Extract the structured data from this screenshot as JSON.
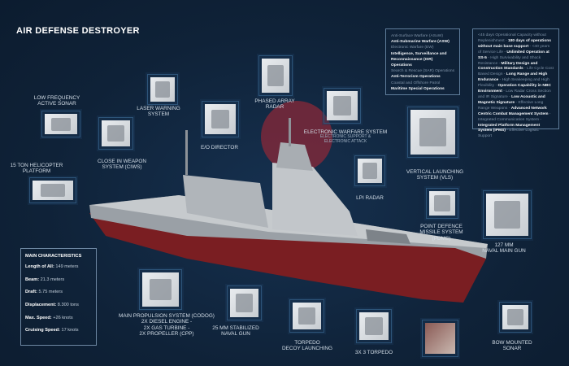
{
  "title": "AIR DEFENSE DESTROYER",
  "colors": {
    "background": "#0f2238",
    "hull_red": "#7a1e22",
    "ship_gray": "#b9bec3",
    "watermark": "#8a2838"
  },
  "components": [
    {
      "lines": [
        "LOW FREQUENCY",
        "ACTIVE SONAR"
      ]
    },
    {
      "lines": [
        "LASER WARNING",
        "SYSTEM"
      ]
    },
    {
      "lines": [
        "PHASED ARRAY",
        "RADAR"
      ]
    },
    {
      "lines": [
        "E/O DIRECTOR"
      ]
    },
    {
      "lines": [
        "ELECTRONIC WARFARE SYSTEM"
      ],
      "sub": [
        "ELECTRONIC SUPPORT &",
        "ELECTRONIC ATTACK"
      ]
    },
    {
      "lines": [
        "CLOSE IN WEAPON",
        "SYSTEM (CIWS)"
      ]
    },
    {
      "lines": [
        "15 TON HELICOPTER",
        "PLATFORM"
      ]
    },
    {
      "lines": [
        "LPI RADAR"
      ]
    },
    {
      "lines": [
        "VERTICAL LAUNCHING",
        "SYSTEM (VLS)"
      ]
    },
    {
      "lines": [
        "POINT DEFENCE",
        "MISSILE SYSTEM",
        "(PDMS)"
      ]
    },
    {
      "lines": [
        "127 MM",
        "NAVAL MAIN GUN"
      ]
    },
    {
      "lines": [
        "MAIN PROPULSION SYSTEM (CODOG)",
        "2X DIESEL ENGINE -",
        "2X GAS TURBINE -",
        "2X PROPELLER (CPP)"
      ]
    },
    {
      "lines": [
        "25 MM STABILIZED",
        "NAVAL GUN"
      ]
    },
    {
      "lines": [
        "TORPEDO",
        "DECOY LAUNCHING"
      ]
    },
    {
      "lines": [
        "3X 3 TORPEDO"
      ]
    },
    {
      "lines": [
        "BOW MOUNTED",
        "SONAR"
      ]
    }
  ],
  "missions": [
    {
      "t": "Anti-Surface Warfare (ASuW)",
      "b": false
    },
    {
      "t": "Anti-Submarine Warfare (ASW)",
      "b": true
    },
    {
      "t": "Electronic Warfare (EW)",
      "b": false
    },
    {
      "t": "Intelligence, Surveillance and Reconnaissance (ISR) Operations",
      "b": true
    },
    {
      "t": "Search & Rescue (SAR) Operations",
      "b": false
    },
    {
      "t": "Anti-Terrorism Operations",
      "b": true
    },
    {
      "t": "Coastal and Offshore Patrol",
      "b": false
    },
    {
      "t": "Maritime Special Operations",
      "b": true
    }
  ],
  "features": [
    {
      "t": "<45 days Operational Capacity without Replenishment - ",
      "b": false
    },
    {
      "t": "180 days of operations without main base support",
      "b": true
    },
    {
      "t": " - <40 years of Service Life - ",
      "b": false
    },
    {
      "t": "Unlimited Operation at SS-5",
      "b": true
    },
    {
      "t": " - High Survivability and Shock Resistance - ",
      "b": false
    },
    {
      "t": "Military Design and Construction Standards",
      "b": true
    },
    {
      "t": " - Life Cycle Cost Based Design - ",
      "b": false
    },
    {
      "t": "Long Range and High Endurance",
      "b": true
    },
    {
      "t": " - High Seakeeping and High Flexibility - ",
      "b": false
    },
    {
      "t": "Operation Capability in NBC Environment",
      "b": true
    },
    {
      "t": " - Low Radar Cross Section and IR Signature - ",
      "b": false
    },
    {
      "t": "Low Acoustic and Magnetic Signature",
      "b": true
    },
    {
      "t": " - Effective Long Range Weapons - ",
      "b": false
    },
    {
      "t": "Advanced Network Centric Combat Management System",
      "b": true
    },
    {
      "t": " - Integrated Communication System - ",
      "b": false
    },
    {
      "t": "Integrated Platform Management System (IPMS)",
      "b": true
    },
    {
      "t": " - Effective Logistic Support",
      "b": false
    }
  ],
  "main_characteristics": {
    "heading": "MAIN CHARACTERISTICS",
    "rows": [
      {
        "k": "Length of All:",
        "v": "149 meters"
      },
      {
        "k": "Beam:",
        "v": "21.3 meters"
      },
      {
        "k": "Draft:",
        "v": "5.75 meters"
      },
      {
        "k": "Displacement:",
        "v": "8.300 tons"
      },
      {
        "k": "Max. Speed:",
        "v": "+26 knots"
      },
      {
        "k": "Cruising Speed:",
        "v": "17 knots"
      }
    ]
  }
}
